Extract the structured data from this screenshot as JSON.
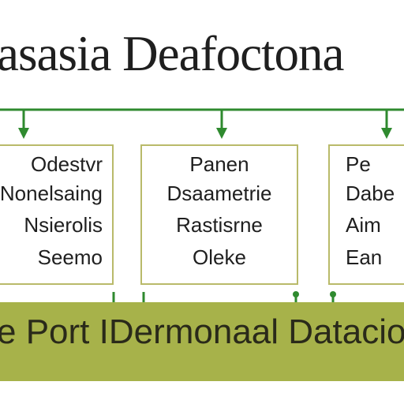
{
  "title": "asasia Deafoctona",
  "boxes": [
    {
      "lines": [
        "Odestvr",
        "Nonelsaing",
        "Nsierolis",
        "Seemo"
      ]
    },
    {
      "lines": [
        "Panen",
        "Dsaametrie",
        "Rastisrne",
        "Oleke"
      ]
    },
    {
      "lines": [
        "Pe",
        "Dabe",
        "Aim",
        "Ean"
      ]
    }
  ],
  "banner": {
    "text": "e Port IDermonaal Datacior D"
  },
  "colors": {
    "connector": "#2f8a2f",
    "box_border": "#b9ba6a",
    "banner": "#a7b24a"
  }
}
